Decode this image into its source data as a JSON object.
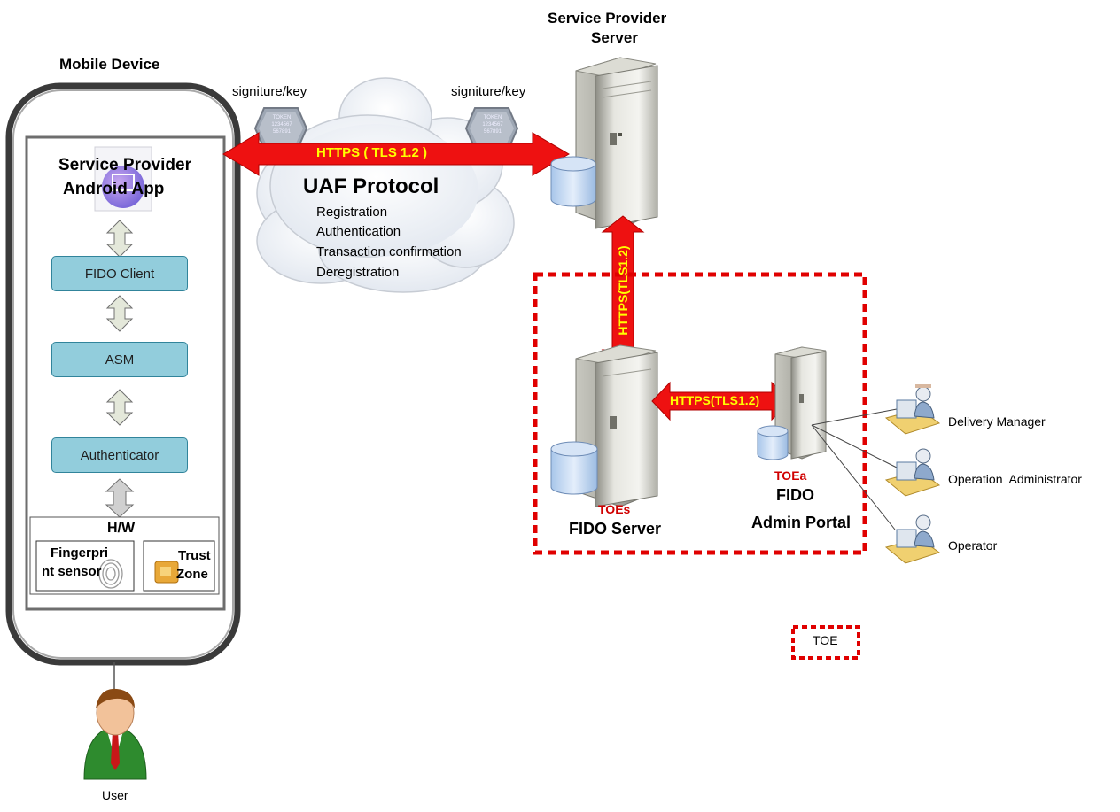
{
  "mobile": {
    "title": "Mobile Device",
    "app_line1": "Service Provider",
    "app_line2": "Android App",
    "modules": [
      "FIDO Client",
      "ASM",
      "Authenticator"
    ],
    "hw_title": "H/W",
    "fingerprint_line1": "Fingerpri",
    "fingerprint_line2": "nt sensor",
    "trust_line1": "Trust",
    "trust_line2": "Zone"
  },
  "user": {
    "label": "User"
  },
  "cloud": {
    "sig_left": "signiture/key",
    "sig_right": "signiture/key",
    "token_left": [
      "TOKEN",
      "1234567",
      "567891"
    ],
    "token_right": [
      "TOKEN",
      "1234567",
      "567891"
    ],
    "https_label": "HTTPS ( TLS 1.2 )",
    "protocol_title": "UAF Protocol",
    "operations": [
      "Registration",
      "Authentication",
      "Transaction confirmation",
      "Deregistration"
    ]
  },
  "sp_server": {
    "line1": "Service Provider",
    "line2": "Server"
  },
  "vertical_link": {
    "label": "HTTPS(TLS1.2)"
  },
  "horizontal_link": {
    "label": "HTTPS(TLS1.2)"
  },
  "fido_server": {
    "tag": "TOEs",
    "name": "FIDO Server"
  },
  "admin_portal": {
    "tag": "TOEa",
    "line1": "FIDO",
    "line2": "Admin Portal"
  },
  "actors": [
    "Delivery Manager",
    "Operation  Administrator",
    "Operator"
  ],
  "legend": {
    "label": "TOE"
  },
  "colors": {
    "arrow_red": "#ee1111",
    "arrow_text": "#ffff00",
    "toe_border": "#e00000",
    "toe_tag": "#d00000",
    "module_fill": "#92cddc"
  }
}
